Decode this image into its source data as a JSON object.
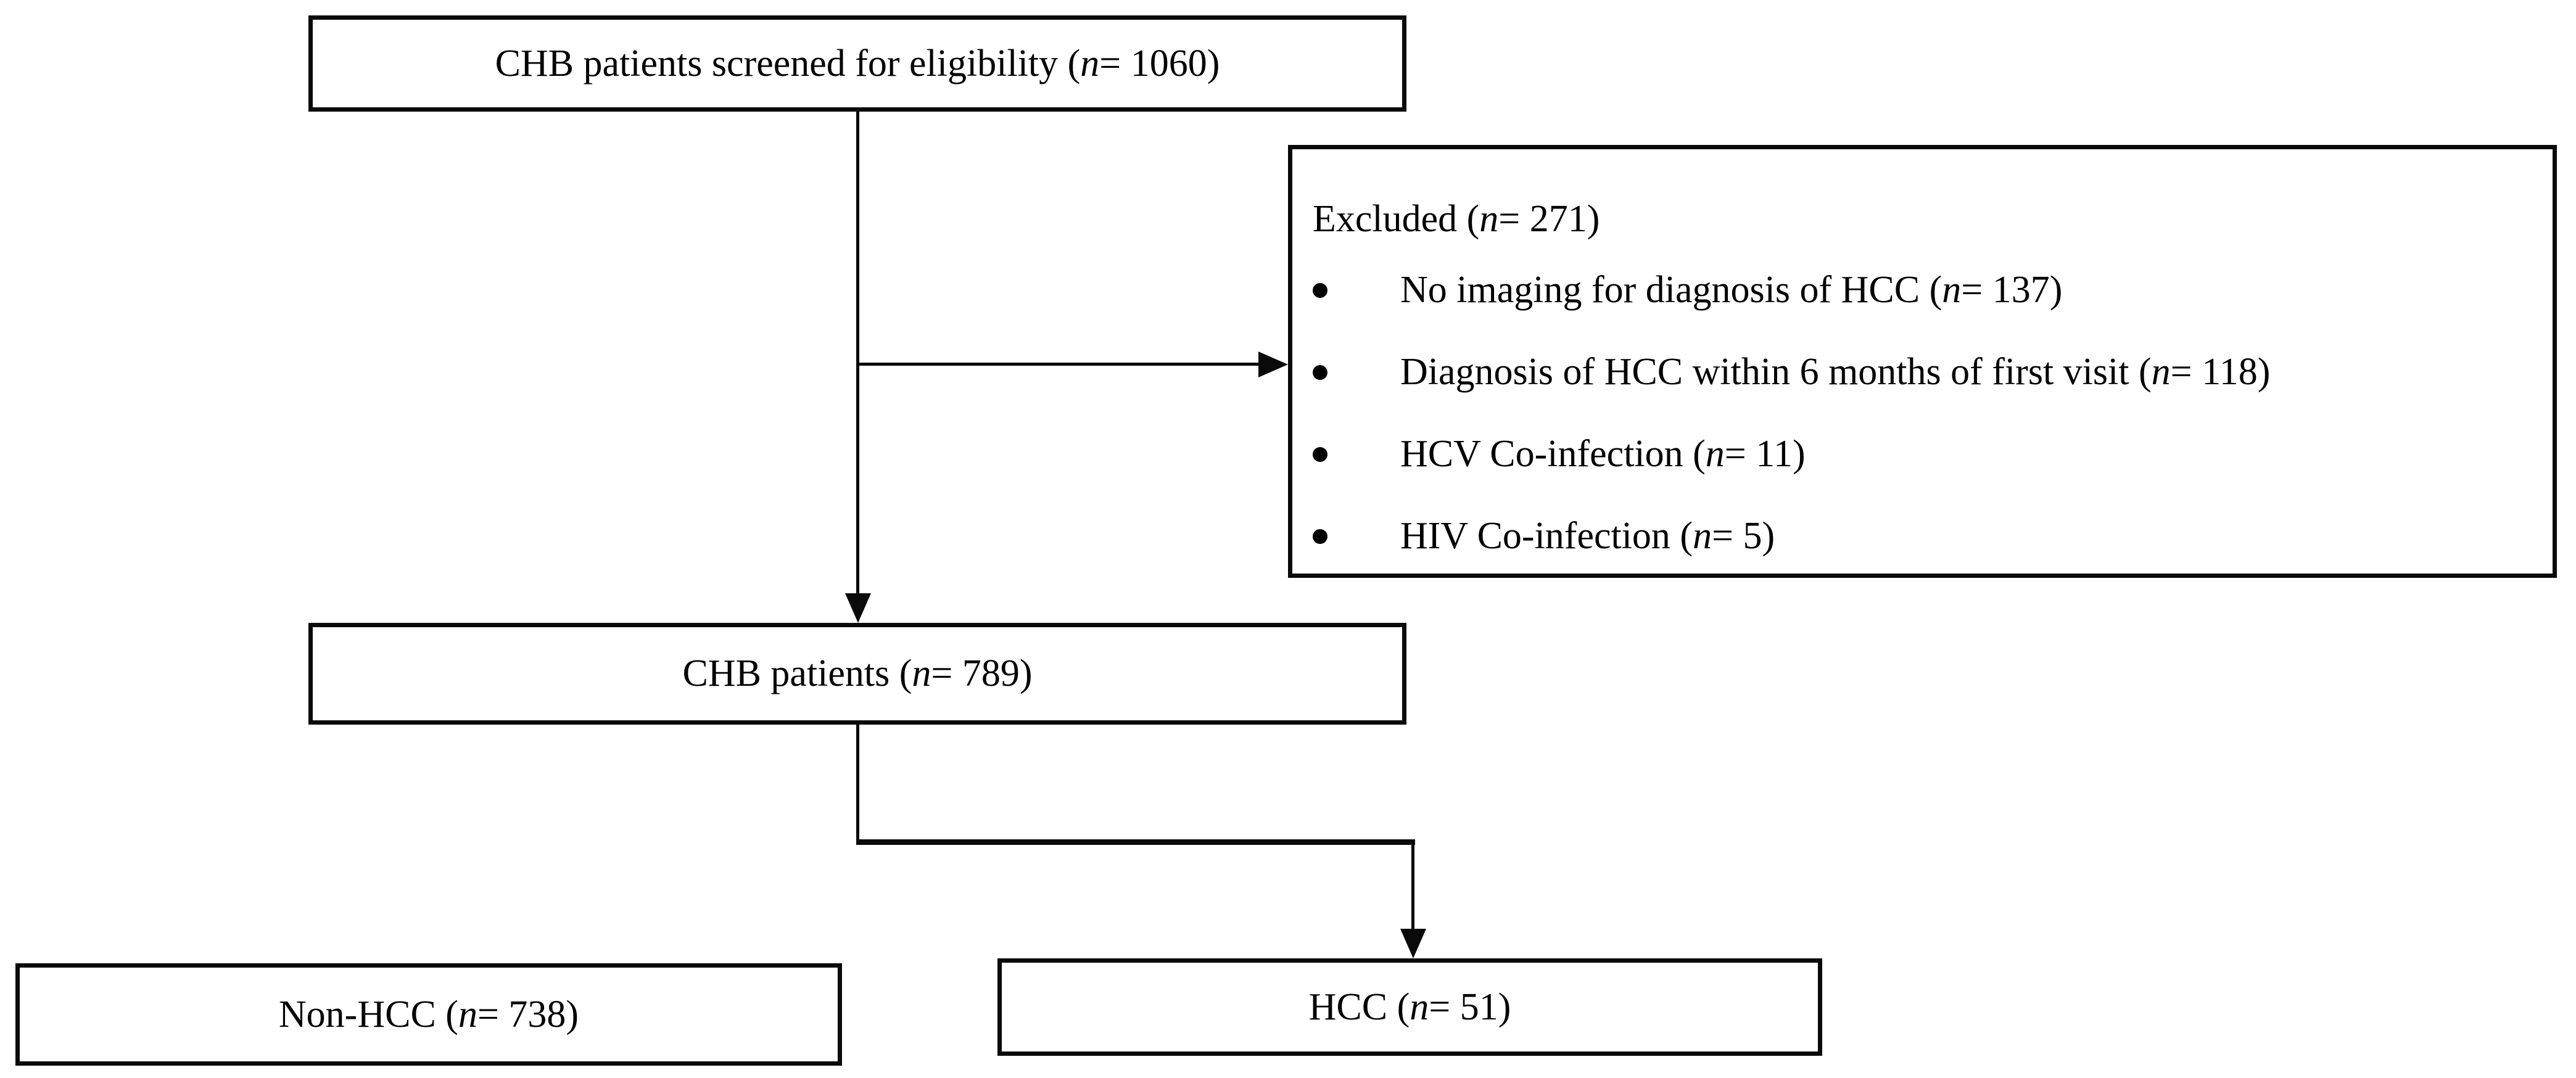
{
  "figure": {
    "background": "#ffffff",
    "line_color": "#0a0a0a",
    "text_color": "#000000"
  },
  "nodes": {
    "screened": {
      "pre": "CHB patients screened for eligibility (",
      "n": "n",
      "post": "= 1060)"
    },
    "excluded": {
      "title": {
        "pre": "Excluded (",
        "n": "n",
        "post": "= 271)"
      },
      "items": [
        {
          "pre": "No imaging for diagnosis of HCC (",
          "n": "n",
          "post": "= 137)"
        },
        {
          "pre": "Diagnosis of HCC within 6 months of first visit (",
          "n": "n",
          "post": "= 118)"
        },
        {
          "pre": "HCV Co-infection (",
          "n": "n",
          "post": "= 11)"
        },
        {
          "pre": "HIV Co-infection (",
          "n": "n",
          "post": "= 5)"
        }
      ]
    },
    "chb": {
      "pre": "CHB patients (",
      "n": "n",
      "post": "= 789)"
    },
    "non_hcc": {
      "pre": "Non-HCC (",
      "n": "n",
      "post": "= 738)"
    },
    "hcc": {
      "pre": "HCC (",
      "n": "n",
      "post": "= 51)"
    }
  }
}
